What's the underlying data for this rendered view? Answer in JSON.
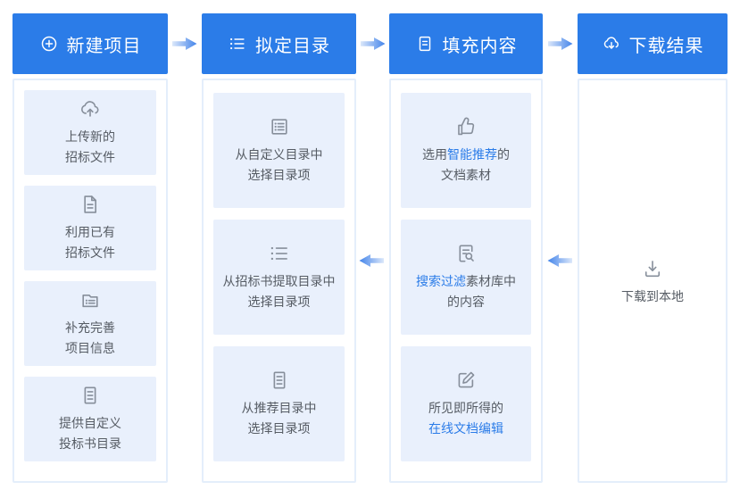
{
  "colors": {
    "header_bg": "#2b7ce8",
    "accent_text": "#2b7ce8",
    "card_bg": "#e9f0fc",
    "panel_border": "#e4eefb",
    "card_text": "#565c64",
    "icon_gray": "#878f9b",
    "arrow_solid": "#4384ea",
    "arrow_fade": "#dbe7fa"
  },
  "columns": [
    {
      "header": {
        "label": "新建项目",
        "icon": "plus-circle-icon"
      },
      "cards": [
        {
          "icon": "cloud-upload-icon",
          "line1": "上传新的",
          "line2": "招标文件"
        },
        {
          "icon": "file-icon",
          "line1": "利用已有",
          "line2": "招标文件"
        },
        {
          "icon": "project-info-icon",
          "line1": "补充完善",
          "line2": "项目信息"
        },
        {
          "icon": "document-list-icon",
          "line1": "提供自定义",
          "line2": "投标书目录"
        }
      ]
    },
    {
      "header": {
        "label": "拟定目录",
        "icon": "list-icon"
      },
      "cards": [
        {
          "icon": "list-box-icon",
          "line1": "从自定义目录中",
          "line2": "选择目录项"
        },
        {
          "icon": "list-icon",
          "line1": "从招标书提取目录中",
          "line2": "选择目录项"
        },
        {
          "icon": "document-list-icon",
          "line1": "从推荐目录中",
          "line2": "选择目录项"
        }
      ]
    },
    {
      "header": {
        "label": "填充内容",
        "icon": "document-icon"
      },
      "cards": [
        {
          "icon": "thumbs-up-icon",
          "seg_pre": "选用",
          "seg_accent": "智能推荐",
          "seg_post": "的",
          "line2": "文档素材"
        },
        {
          "icon": "file-search-icon",
          "seg_accent": "搜索过滤",
          "seg_post": "素材库中",
          "line2": "的内容"
        },
        {
          "icon": "edit-icon",
          "line1": "所见即所得的",
          "accent_line2": "在线文档编辑"
        }
      ]
    },
    {
      "header": {
        "label": "下载结果",
        "icon": "cloud-download-icon"
      },
      "download": {
        "icon": "download-icon",
        "label": "下载到本地"
      }
    }
  ]
}
